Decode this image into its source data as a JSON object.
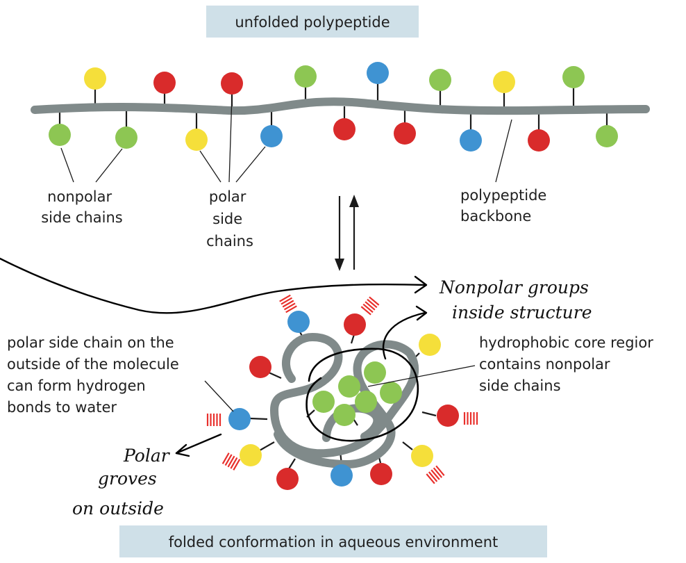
{
  "title_top": "unfolded polypeptide",
  "title_bottom": "folded conformation in aqueous environment",
  "labels": {
    "nonpolar": [
      "nonpolar",
      "side chains"
    ],
    "polar": [
      "polar",
      "side",
      "chains"
    ],
    "backbone": [
      "polypeptide",
      "backbone"
    ],
    "polar_outside": [
      "polar side chain on the",
      "outside of the molecule",
      "can form hydrogen",
      "bonds to water"
    ],
    "core": [
      "hydrophobic core regior",
      "contains nonpolar",
      "side chains"
    ]
  },
  "annotations": {
    "nonpolar_inside": [
      "Nonpolar groups",
      "inside structure"
    ],
    "polar_outside": [
      "Polar",
      "groves",
      "on outside"
    ]
  },
  "colors": {
    "nonpolar": "#8dc653",
    "acidic": "#d92b2b",
    "polar_uncharged": "#f5df3a",
    "basic": "#3f93d2",
    "backbone": "#808a8a",
    "title_box": "#cfe0e8",
    "water_bond": "#e8302c"
  },
  "icons": [
    "equilibrium-arrows-icon"
  ]
}
